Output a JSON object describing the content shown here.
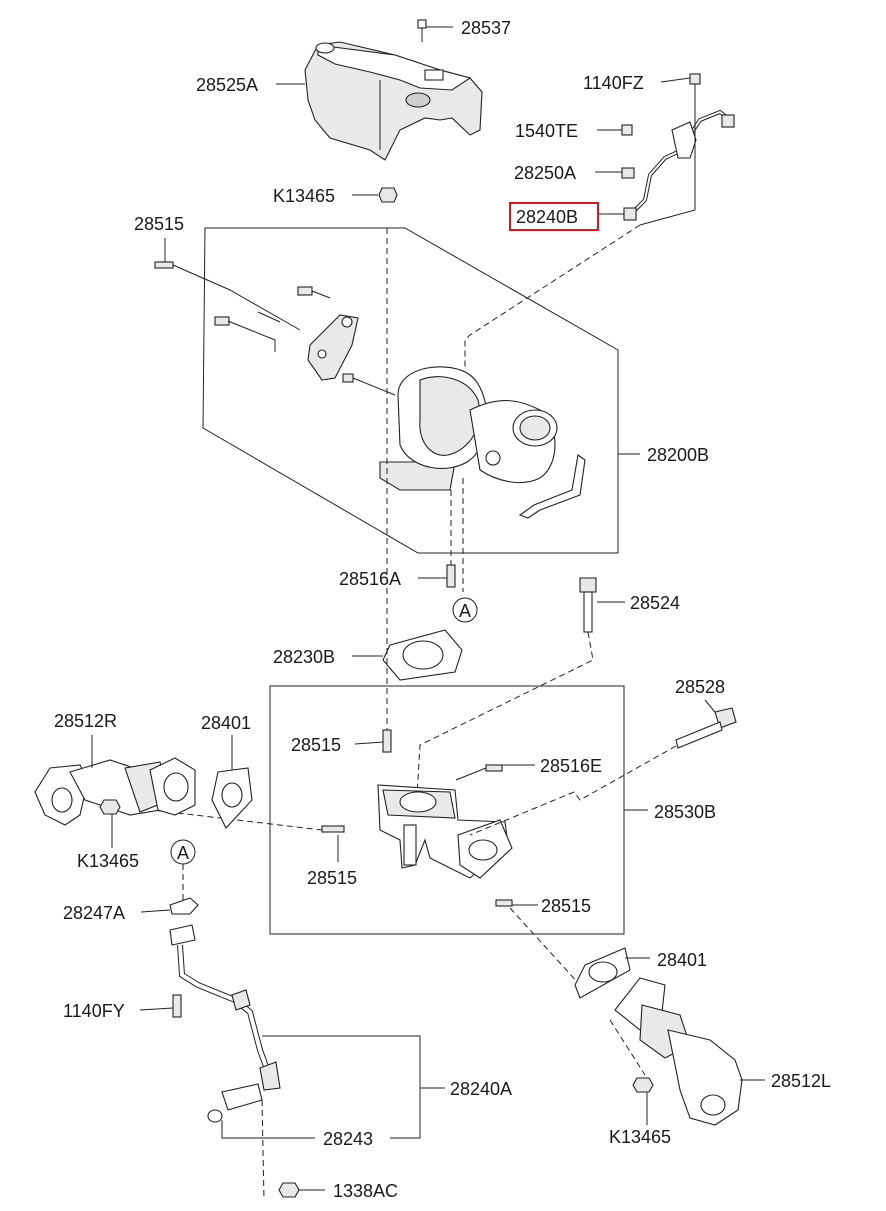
{
  "labels": {
    "p28537": "28537",
    "p28525A": "28525A",
    "p1140FZ": "1140FZ",
    "p1540TE": "1540TE",
    "p28250A": "28250A",
    "p28240B": "28240B",
    "pK13465_top": "K13465",
    "p28515_top": "28515",
    "p28200B": "28200B",
    "p28516A": "28516A",
    "calloutA_top": "A",
    "p28524": "28524",
    "p28230B": "28230B",
    "p28528": "28528",
    "p28512R": "28512R",
    "p28401_left": "28401",
    "p28515_mid": "28515",
    "p28516E": "28516E",
    "p28530B": "28530B",
    "pK13465_left": "K13465",
    "p28515_low": "28515",
    "calloutA_bottom": "A",
    "p28247A": "28247A",
    "p28515_right": "28515",
    "p28401_right": "28401",
    "p1140FY": "1140FY",
    "p28512L": "28512L",
    "p28240A": "28240A",
    "pK13465_right": "K13465",
    "p28243": "28243",
    "p1338AC": "1338AC"
  },
  "highlight": {
    "part": "28240B",
    "color": "#e0141e"
  }
}
